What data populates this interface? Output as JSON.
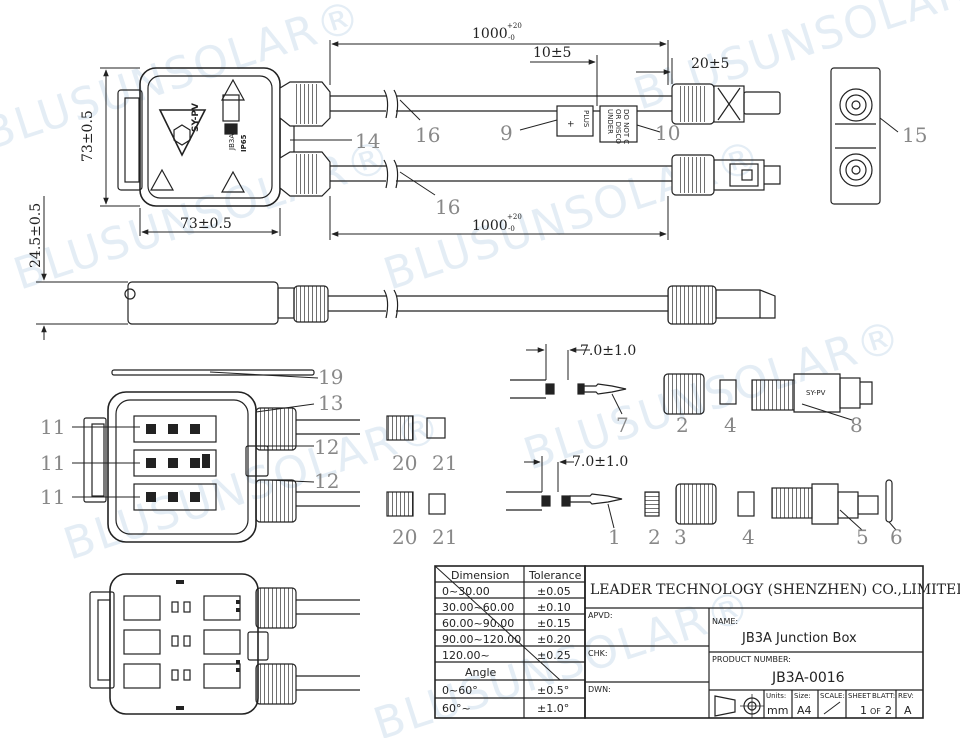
{
  "watermark": {
    "text": "BLUSUNSOLAR",
    "reg": "®"
  },
  "dimensions": {
    "cable_length_top": "1000",
    "cable_length_bottom": "1000",
    "tol_upper": "+20",
    "tol_lower": "-0",
    "plus_label_offset": "10±5",
    "connector_offset": "20±5",
    "box_height": "73±0.5",
    "box_width": "73±0.5",
    "box_thickness": "24.5±0.5",
    "strip_length_1": "7.0±1.0",
    "strip_length_2": "7.0±1.0"
  },
  "labels": {
    "plus_text": "PLUS",
    "plus_sign": "+",
    "warning_lines": [
      "DO NOT C",
      "OR DISCO",
      "UNDER"
    ],
    "box_brand": "SY-PV",
    "box_model": "JB3A",
    "box_rating": "IP65",
    "connector_brand": "SY-PV"
  },
  "callouts": {
    "n1": "1",
    "n2a": "2",
    "n2b": "2",
    "n3": "3",
    "n4a": "4",
    "n4b": "4",
    "n5": "5",
    "n6": "6",
    "n7": "7",
    "n8": "8",
    "n9": "9",
    "n10": "10",
    "n11a": "11",
    "n11b": "11",
    "n11c": "11",
    "n12a": "12",
    "n12b": "12",
    "n13": "13",
    "n14": "14",
    "n15": "15",
    "n16a": "16",
    "n16b": "16",
    "n19": "19",
    "n20a": "20",
    "n20b": "20",
    "n21a": "21",
    "n21b": "21"
  },
  "tolerance_table": {
    "headers": [
      "Dimension",
      "Tolerance"
    ],
    "rows": [
      [
        "0~30.00",
        "±0.05"
      ],
      [
        "30.00~60.00",
        "±0.10"
      ],
      [
        "60.00~90.00",
        "±0.15"
      ],
      [
        "90.00~120.00",
        "±0.20"
      ],
      [
        "120.00~",
        "±0.25"
      ]
    ],
    "angle_header": "Angle",
    "angle_rows": [
      [
        "0~60°",
        "±0.5°"
      ],
      [
        "60°~",
        "±1.0°"
      ]
    ]
  },
  "title_block": {
    "company": "LEADER TECHNOLOGY (SHENZHEN) CO.,LIMITED",
    "apvd_label": "APVD:",
    "chk_label": "CHK:",
    "dwn_label": "DWN:",
    "name_label": "NAME:",
    "name_value": "JB3A Junction Box",
    "product_number_label": "PRODUCT NUMBER:",
    "product_number_value": "JB3A-0016",
    "units_label": "Units:",
    "units_value": "mm",
    "size_label": "Size:",
    "size_value": "A4",
    "scale_label": "SCALE:",
    "sheet_label": "SHEET",
    "blatt_label": "BLATT:",
    "sheet_value": "1",
    "of_label": "OF",
    "sheet_total": "2",
    "rev_label": "REV:",
    "rev_value": "A"
  }
}
